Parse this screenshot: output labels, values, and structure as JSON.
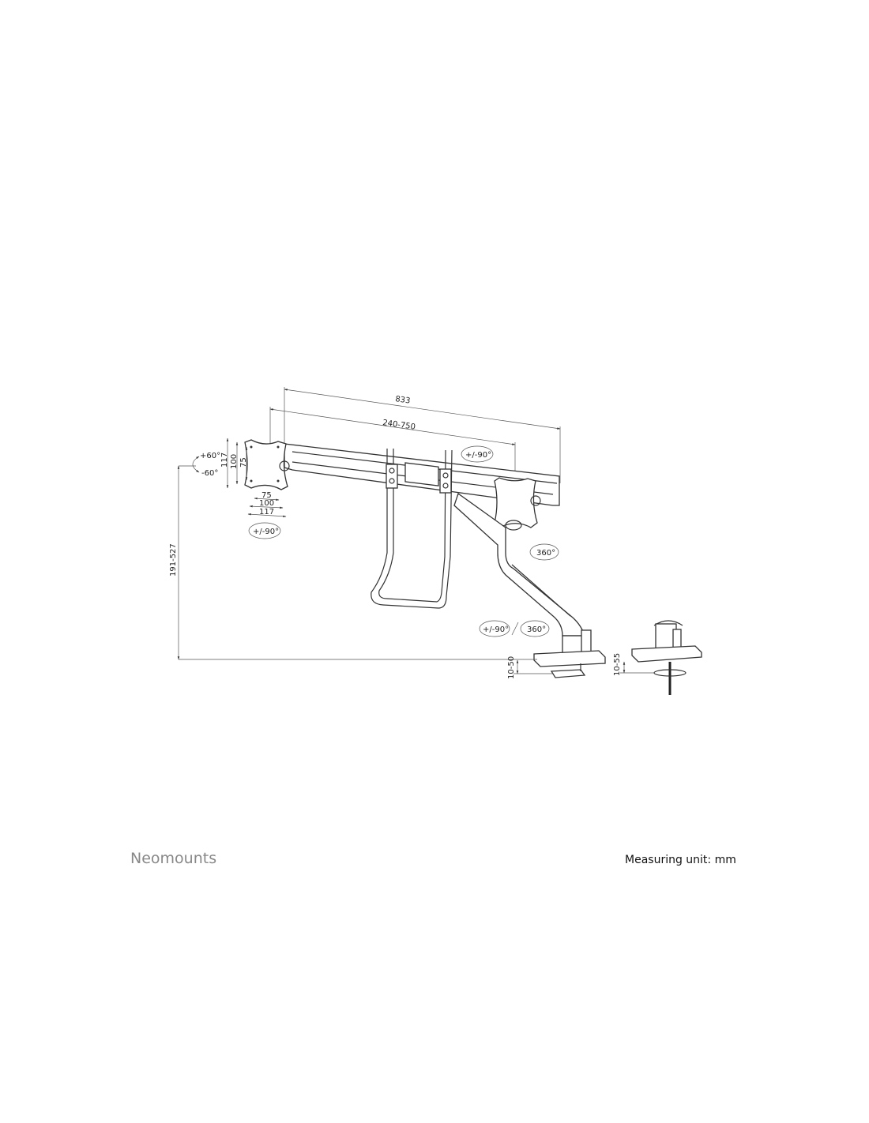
{
  "diagram": {
    "dimensions": {
      "total_width": "833",
      "monitor_distance": "240-750",
      "height_range": "191-527",
      "vesa_h_117": "117",
      "vesa_h_100": "100",
      "vesa_h_75": "75",
      "vesa_w_75": "75",
      "vesa_w_100": "100",
      "vesa_w_117": "117",
      "clamp_range": "10-50",
      "grommet_range": "10-55"
    },
    "rotations": {
      "tilt_up": "+60°",
      "tilt_down": "-60°",
      "left_rotate": "+/-90°",
      "rail_rotate": "+/-90°",
      "arm_swivel": "360°",
      "base_rotate": "+/-90°",
      "base_swivel": "360°"
    }
  },
  "footer": {
    "brand": "Neomounts",
    "unit_label": "Measuring unit: mm"
  }
}
